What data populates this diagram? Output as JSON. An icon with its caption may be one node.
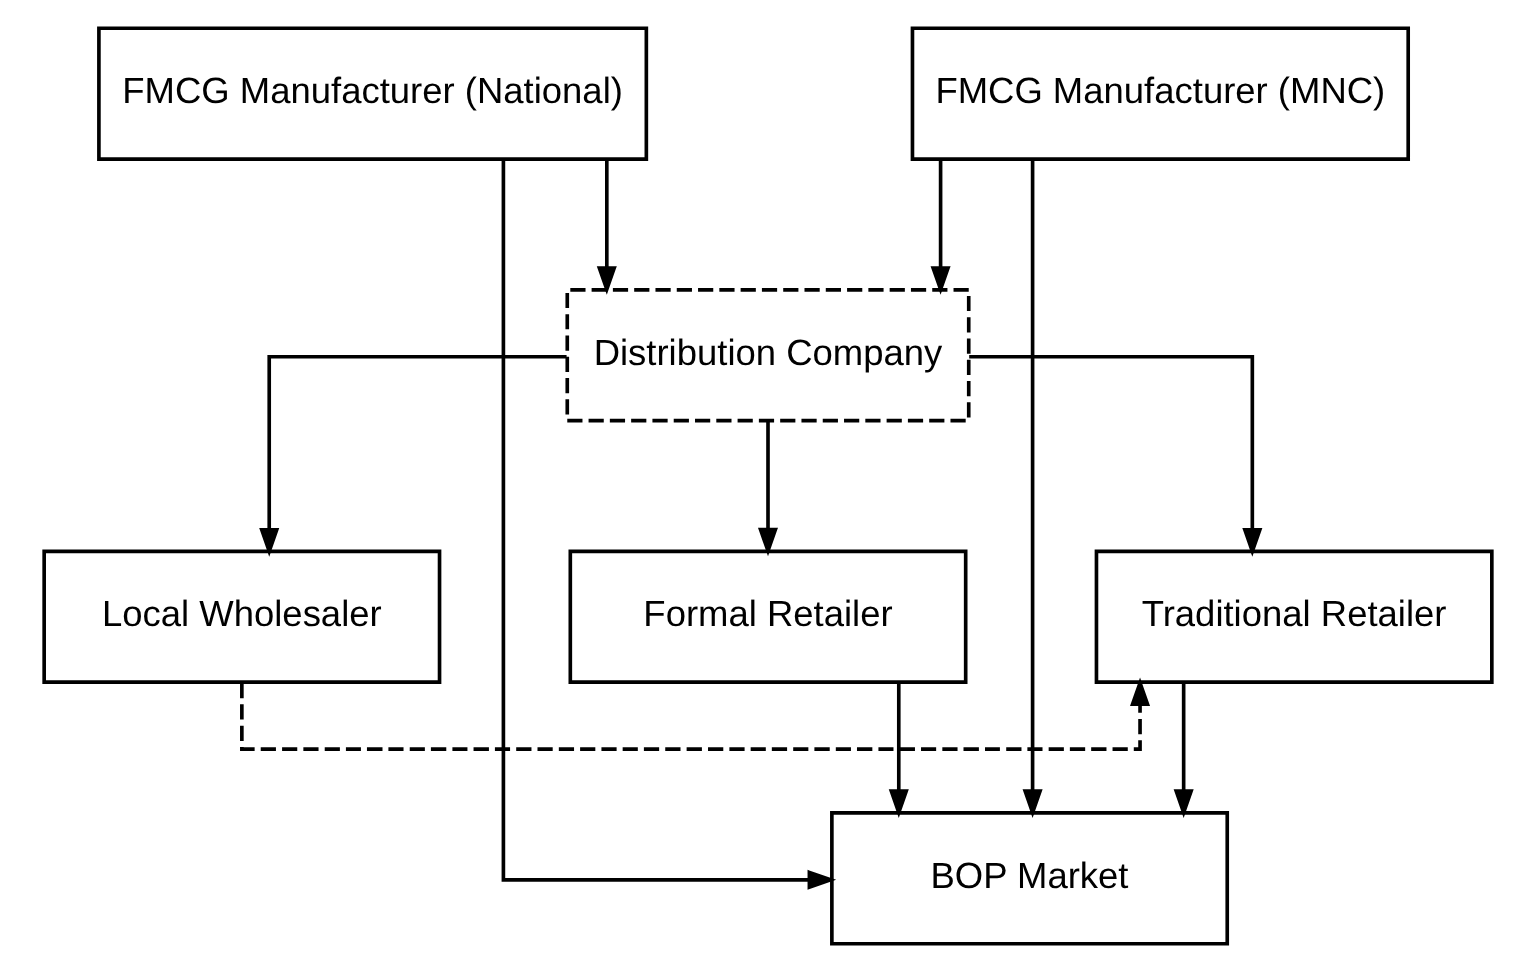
{
  "diagram": {
    "nodes": [
      {
        "text": [
          "FMCG Manufacturer (National)"
        ]
      },
      {
        "text": [
          "FMCG Manufacturer (MNC)"
        ]
      },
      {
        "text": [
          "Distribution Company"
        ]
      },
      {
        "text": [
          "Formal Retailer"
        ]
      },
      {
        "text": [
          "Local Wholesaler"
        ]
      },
      {
        "text": [
          "Traditional Retailer"
        ]
      },
      {
        "text": [
          "BOP Market"
        ]
      }
    ],
    "edges": [
      {
        "from": 0,
        "to": 2,
        "arrow": "to"
      },
      {
        "from": 1,
        "to": 2,
        "arrow": "to"
      },
      {
        "from": 0,
        "to": 6,
        "arrow": "to"
      },
      {
        "from": 1,
        "to": 6,
        "arrow": "to"
      },
      {
        "from": 2,
        "to": 3,
        "arrow": "to"
      },
      {
        "from": 2,
        "to": 4,
        "arrow": "to"
      },
      {
        "from": 2,
        "to": 5,
        "arrow": "to"
      },
      {
        "from": 4,
        "to": 5,
        "arrow": "to",
        "style": "dashed"
      },
      {
        "from": 3,
        "to": 6,
        "arrow": "to"
      },
      {
        "from": 5,
        "to": 6,
        "arrow": "to"
      }
    ]
  }
}
